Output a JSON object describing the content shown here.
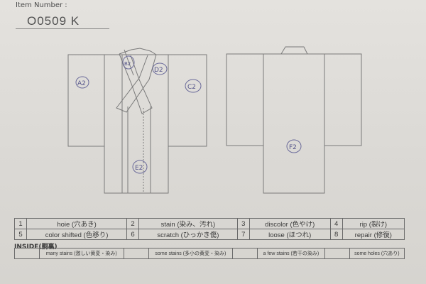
{
  "header": {
    "item_number_label": "Item Number :",
    "item_code": "O0509  K"
  },
  "front_marks": {
    "A2": "A2",
    "B2": "B2",
    "D2": "D2",
    "C2": "C2",
    "E2": "E2"
  },
  "back_marks": {
    "F2": "F2"
  },
  "defects": [
    {
      "num": "1",
      "label": "hoie (穴あき)"
    },
    {
      "num": "2",
      "label": "stain (染み、汚れ)"
    },
    {
      "num": "3",
      "label": "discolor (色やけ)"
    },
    {
      "num": "4",
      "label": "rip (裂け)"
    },
    {
      "num": "5",
      "label": "color shifted (色移り)"
    },
    {
      "num": "6",
      "label": "scratch (ひっかき傷)"
    },
    {
      "num": "7",
      "label": "loose (ほつれ)"
    },
    {
      "num": "8",
      "label": "repair (修復)"
    }
  ],
  "inside": {
    "title": "INSIDE(胴裏)",
    "items": [
      "many stains (激しい黄変・染み)",
      "some stains (多小の黄変・染み)",
      "a few stains (若干の染み)",
      "some holes (穴あり)"
    ]
  }
}
